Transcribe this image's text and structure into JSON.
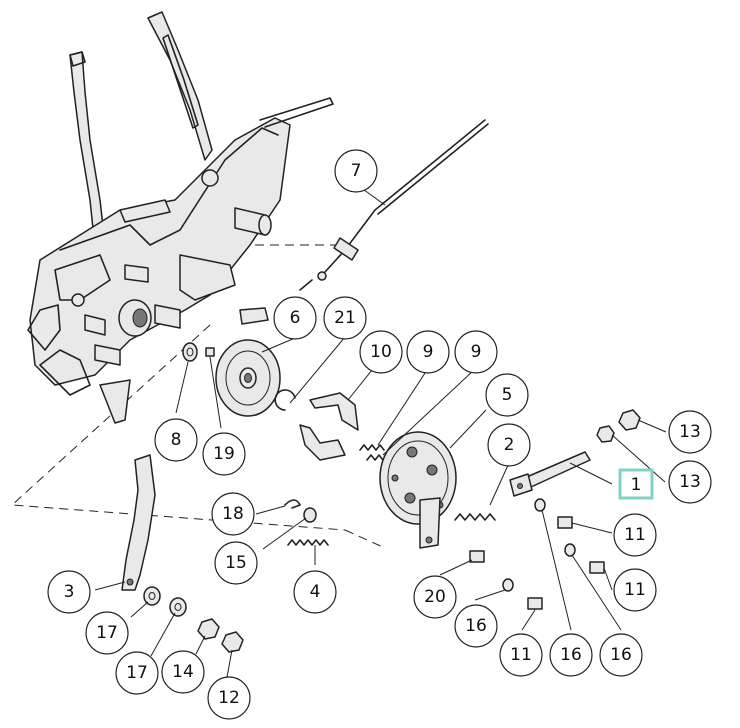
{
  "callouts": [
    {
      "id": "p1",
      "label": "1",
      "highlighted": true
    },
    {
      "id": "p2",
      "label": "2"
    },
    {
      "id": "p3",
      "label": "3"
    },
    {
      "id": "p4",
      "label": "4"
    },
    {
      "id": "p5",
      "label": "5"
    },
    {
      "id": "p6",
      "label": "6"
    },
    {
      "id": "p7",
      "label": "7"
    },
    {
      "id": "p8",
      "label": "8"
    },
    {
      "id": "p9a",
      "label": "9"
    },
    {
      "id": "p9b",
      "label": "9"
    },
    {
      "id": "p10",
      "label": "10"
    },
    {
      "id": "p11a",
      "label": "11"
    },
    {
      "id": "p11b",
      "label": "11"
    },
    {
      "id": "p11c",
      "label": "11"
    },
    {
      "id": "p12",
      "label": "12"
    },
    {
      "id": "p13a",
      "label": "13"
    },
    {
      "id": "p13b",
      "label": "13"
    },
    {
      "id": "p14",
      "label": "14"
    },
    {
      "id": "p15",
      "label": "15"
    },
    {
      "id": "p16a",
      "label": "16"
    },
    {
      "id": "p16b",
      "label": "16"
    },
    {
      "id": "p16c",
      "label": "16"
    },
    {
      "id": "p17a",
      "label": "17"
    },
    {
      "id": "p17b",
      "label": "17"
    },
    {
      "id": "p18",
      "label": "18"
    },
    {
      "id": "p19",
      "label": "19"
    },
    {
      "id": "p20",
      "label": "20"
    },
    {
      "id": "p21",
      "label": "21"
    }
  ],
  "highlight_color": "#7fd3c4"
}
